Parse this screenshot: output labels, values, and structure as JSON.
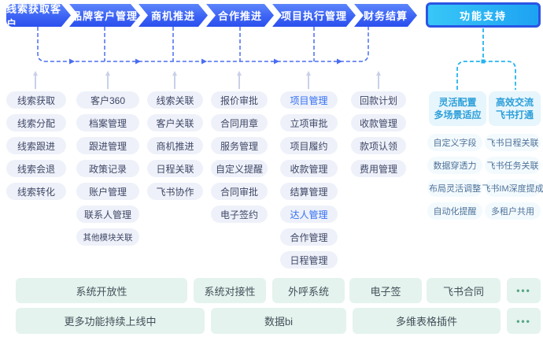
{
  "flow": {
    "stages": [
      "线索获取客户",
      "品牌客户管理",
      "商机推进",
      "合作推进",
      "项目执行管理",
      "财务结算"
    ],
    "support_label": "功能支持"
  },
  "columns": {
    "lead": [
      "线索获取",
      "线索分配",
      "线索跟进",
      "线索会退",
      "线索转化"
    ],
    "brand": [
      "客户360",
      "档案管理",
      "跟进管理",
      "政策记录",
      "账户管理",
      "联系人管理",
      "其他模块关联"
    ],
    "opportunity": [
      "线索关联",
      "客户关联",
      "商机推进",
      "日程关联",
      "飞书协作"
    ],
    "cooperation": [
      "报价审批",
      "合同用章",
      "服务管理",
      "自定义提醒",
      "合同审批",
      "电子签约"
    ],
    "project": [
      {
        "label": "项目管理",
        "hl": true
      },
      {
        "label": "立项审批"
      },
      {
        "label": "项目履约"
      },
      {
        "label": "收款管理"
      },
      {
        "label": "结算管理"
      },
      {
        "label": "达人管理",
        "hl": true
      },
      {
        "label": "合作管理"
      },
      {
        "label": "日程管理"
      }
    ],
    "finance": [
      "回款计划",
      "收款管理",
      "款项认领",
      "费用管理"
    ]
  },
  "support_panel": {
    "headers": [
      {
        "line1": "灵活配置",
        "line2": "多场景适应"
      },
      {
        "line1": "高效交流",
        "line2": "飞书打通"
      }
    ],
    "left_items": [
      "自定义字段",
      "数据穿透力",
      "布局灵活调整",
      "自动化提醒"
    ],
    "right_items": [
      {
        "label": "飞书日程关联"
      },
      {
        "label": "飞书任务关联"
      },
      {
        "label": "飞书IM深度提成",
        "small": true
      },
      {
        "label": "多租户共用"
      }
    ]
  },
  "bottom": {
    "row1": {
      "b1": "系统开放性",
      "b2": "系统对接性",
      "b3": "外呼系统",
      "b4": "电子签",
      "b5": "飞书合同",
      "more": "•••"
    },
    "row2": {
      "b1": "更多功能持续上线中",
      "b2": "数据bi",
      "b3": "多维表格插件",
      "more": "•••"
    }
  },
  "colors": {
    "stage_gradient_top": "#5d86fb",
    "stage_gradient_bottom": "#2b50ee",
    "support_border": "#2b55e4",
    "support_gradient": "#38c7f7",
    "connector_blue": "#4a6df2",
    "connector_cyan": "#25b4ef",
    "connector_gray": "#c9d1e8",
    "pill_bg": "#eef1f9",
    "pill_text": "#3f4766",
    "highlight_text": "#3370f5",
    "support_pill_bg": "#e7f5fc",
    "support_text": "#2b9fd9",
    "green_bg": "#e4f3ed",
    "green_dots": "#55a586"
  }
}
